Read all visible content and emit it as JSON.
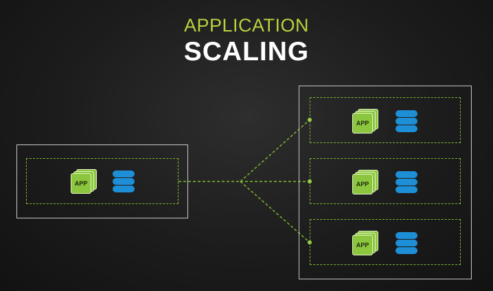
{
  "title": {
    "line1": "APPLICATION",
    "line2": "SCALING"
  },
  "colors": {
    "accent_green": "#b9d23c",
    "app_green": "#8cc63f",
    "db_blue": "#1e8fd6",
    "frame_gray": "#c8c8c8"
  },
  "left_server": {
    "app_label": "APP",
    "app_icon": "app-stack-icon",
    "db_icon": "database-icon"
  },
  "right_servers": [
    {
      "app_label": "APP",
      "app_icon": "app-stack-icon",
      "db_icon": "database-icon"
    },
    {
      "app_label": "APP",
      "app_icon": "app-stack-icon",
      "db_icon": "database-icon"
    },
    {
      "app_label": "APP",
      "app_icon": "app-stack-icon",
      "db_icon": "database-icon"
    }
  ]
}
